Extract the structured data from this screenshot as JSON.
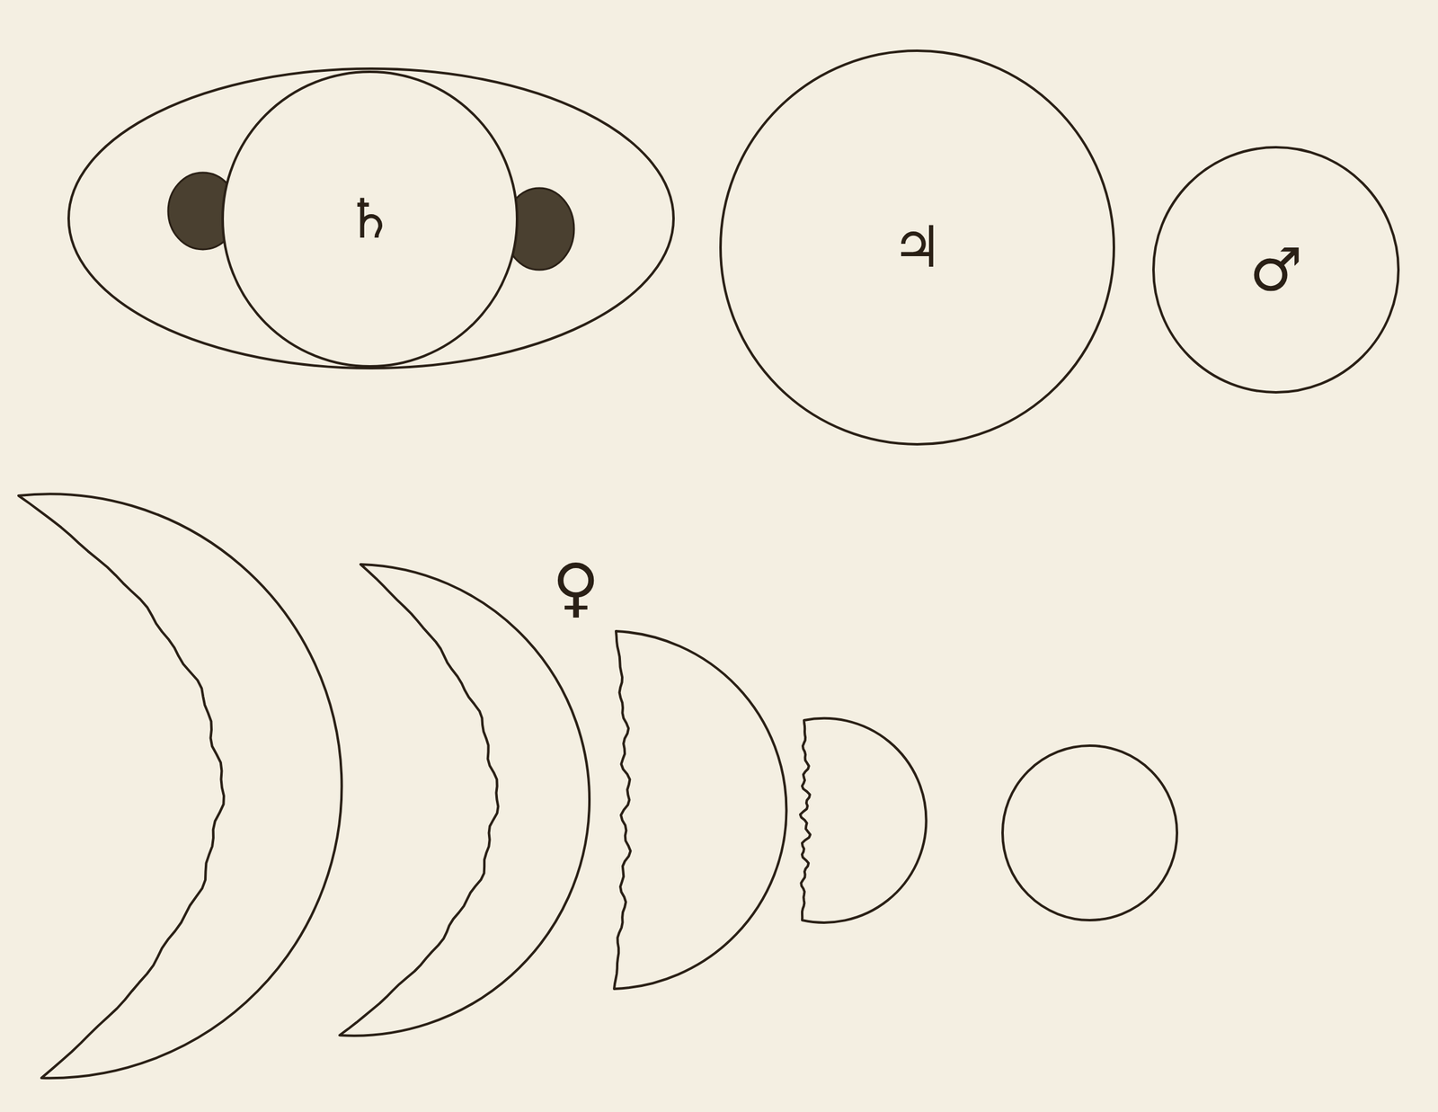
{
  "diagram": {
    "nodes": [
      {
        "text": [
          "♄"
        ]
      },
      {
        "text": [
          "♃"
        ]
      },
      {
        "text": [
          "♂"
        ]
      }
    ],
    "labels": [
      "♀"
    ]
  }
}
